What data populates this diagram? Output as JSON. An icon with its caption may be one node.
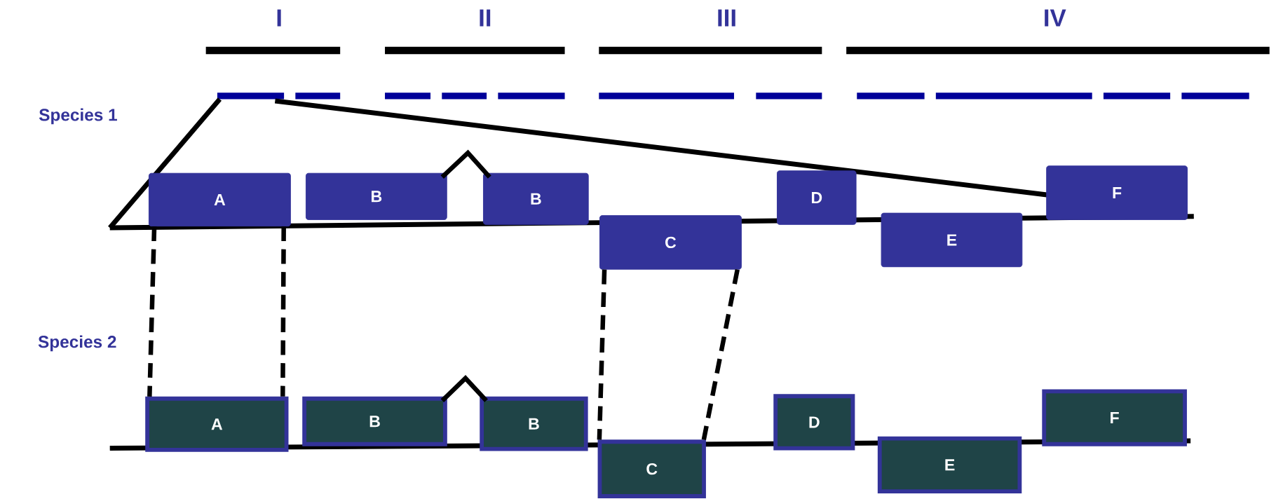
{
  "diagram": {
    "nodes": [
      {
        "text": [
          "A"
        ]
      },
      {
        "text": [
          "B"
        ]
      },
      {
        "text": [
          "B"
        ]
      },
      {
        "text": [
          "C"
        ]
      },
      {
        "text": [
          "D"
        ]
      },
      {
        "text": [
          "E"
        ]
      },
      {
        "text": [
          "F"
        ]
      },
      {
        "text": [
          "A"
        ]
      },
      {
        "text": [
          "B"
        ]
      },
      {
        "text": [
          "B"
        ]
      },
      {
        "text": [
          "C"
        ]
      },
      {
        "text": [
          "D"
        ]
      },
      {
        "text": [
          "E"
        ]
      },
      {
        "text": [
          "F"
        ]
      }
    ],
    "edges": [
      {
        "from": 0,
        "to": 7,
        "arrow": "none",
        "style": "dashed"
      },
      {
        "from": 0,
        "to": 7,
        "arrow": "none",
        "style": "dashed"
      },
      {
        "from": 3,
        "to": 10,
        "arrow": "none",
        "style": "dashed"
      },
      {
        "from": 3,
        "to": 10,
        "arrow": "none",
        "style": "dashed"
      },
      {
        "from": 1,
        "to": 2,
        "arrow": "none"
      },
      {
        "from": 8,
        "to": 9,
        "arrow": "none"
      }
    ],
    "labels": [
      "I",
      "II",
      "III",
      "IV",
      "Species 1",
      "Species 2"
    ]
  }
}
